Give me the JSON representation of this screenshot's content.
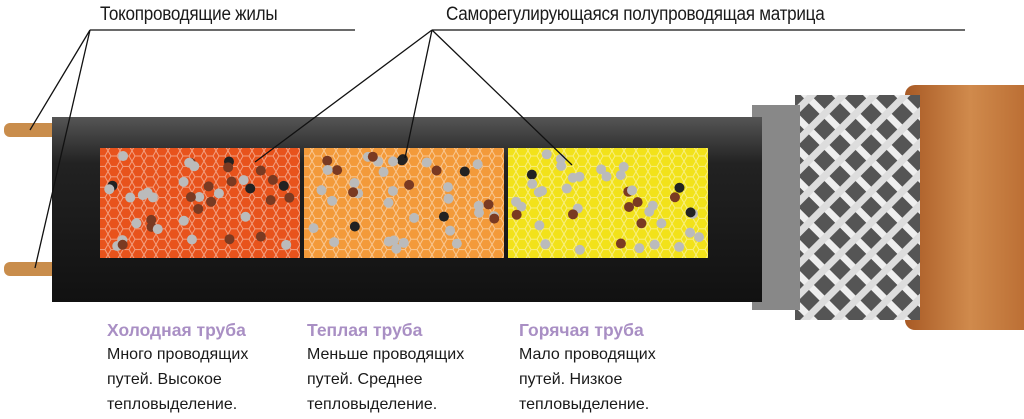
{
  "labels": {
    "conductors": "Токопроводящие жилы",
    "matrix": "Саморегулирующаяся полупроводящая матрица"
  },
  "zones": [
    {
      "title": "Холодная труба",
      "lines": [
        "Много проводящих",
        "путей. Высокое",
        "тепловыделение."
      ],
      "color": "#e8531c"
    },
    {
      "title": "Теплая труба",
      "lines": [
        "Меньше проводящих",
        "путей. Среднее",
        "тепловыделение."
      ],
      "color": "#f39a3a"
    },
    {
      "title": "Горячая труба",
      "lines": [
        "Мало проводящих",
        "путей. Низкое",
        "тепловыделение."
      ],
      "color": "#f2e21a"
    }
  ],
  "colors": {
    "title": "#a98fc4",
    "jacket": "#1e1e1e",
    "copper": "#c9783e"
  }
}
